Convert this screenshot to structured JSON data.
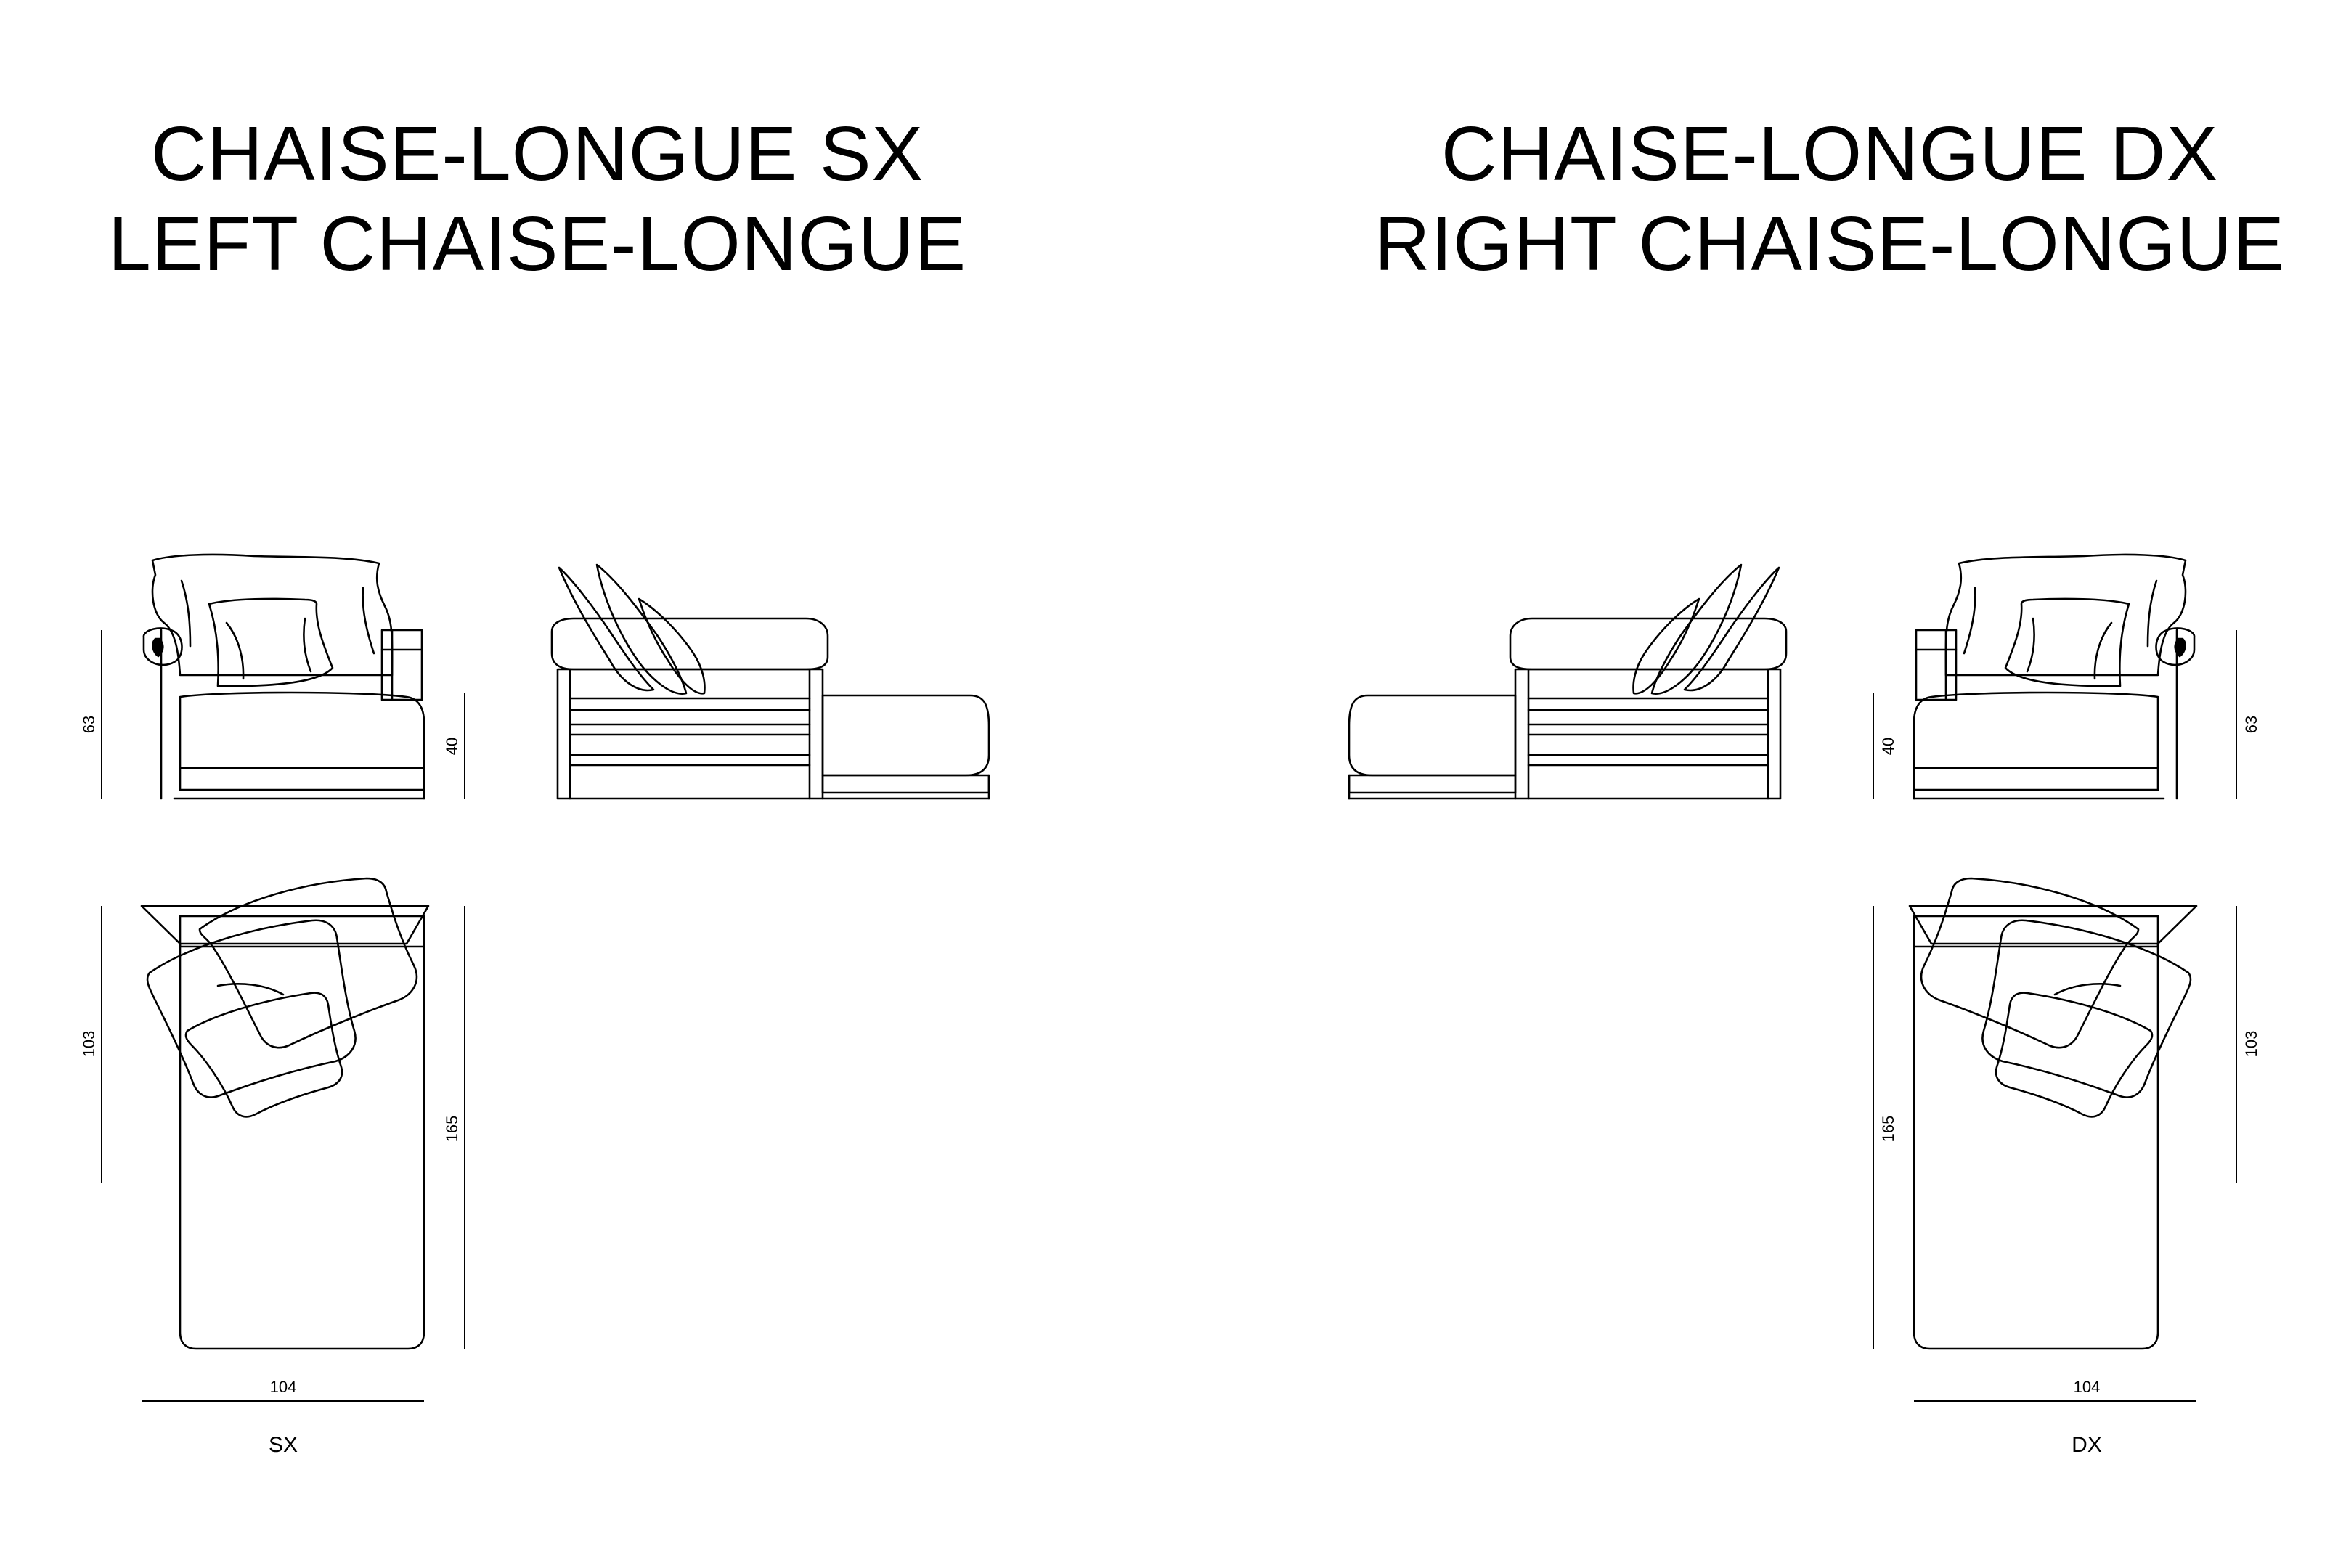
{
  "titles": {
    "sx": {
      "line1": "CHAISE-LONGUE SX",
      "line2": "LEFT CHAISE-LONGUE"
    },
    "dx": {
      "line1": "CHAISE-LONGUE DX",
      "line2": "RIGHT CHAISE-LONGUE"
    }
  },
  "dimensions": {
    "front_height": "63",
    "seat_height": "40",
    "top_depth": "103",
    "total_length": "165",
    "width": "104"
  },
  "labels": {
    "sx": "SX",
    "dx": "DX"
  },
  "colors": {
    "line": "#000000",
    "background": "#ffffff"
  }
}
